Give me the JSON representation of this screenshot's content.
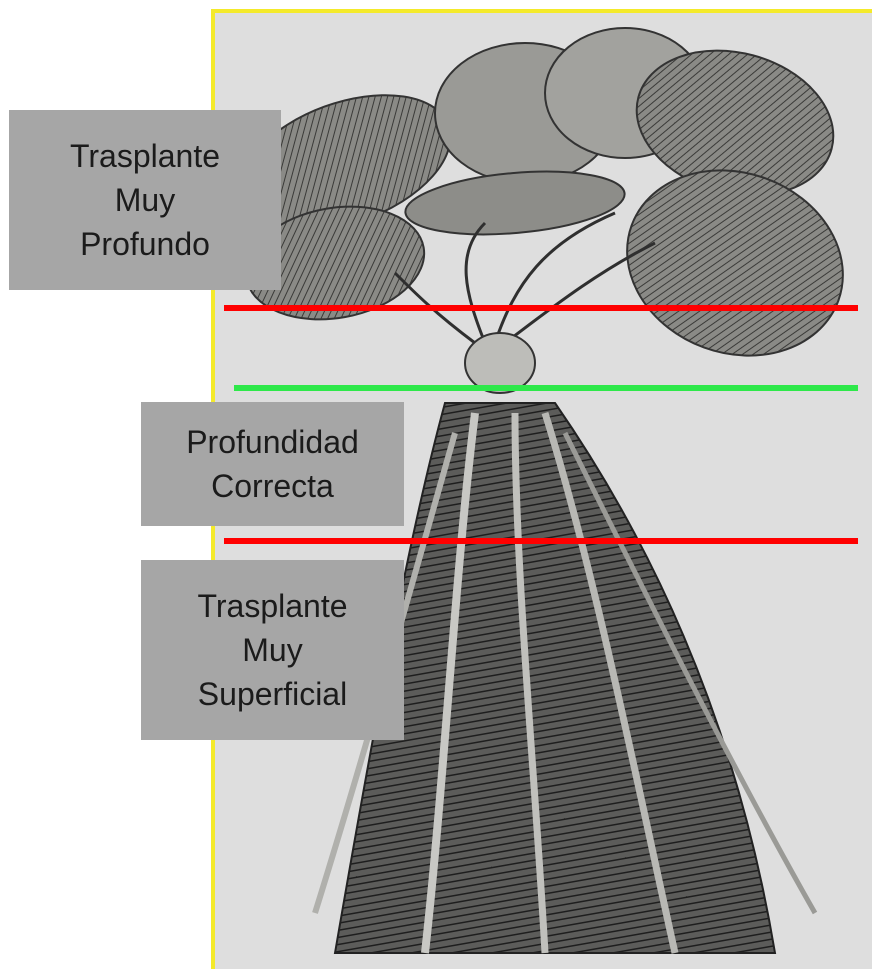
{
  "labels": {
    "too_deep": {
      "lines": [
        "Trasplante",
        "Muy",
        "Profundo"
      ]
    },
    "correct": {
      "lines": [
        "Profundidad",
        "Correcta"
      ]
    },
    "too_shallow": {
      "lines": [
        "Trasplante",
        "Muy",
        "Superficial"
      ]
    }
  },
  "colors": {
    "frame_border": "#f4ea2a",
    "too_deep_line": "#ff0000",
    "correct_line": "#2ee84a",
    "too_shallow_line": "#ff0000",
    "label_background": "#a6a6a6"
  },
  "illustration": "strawberry-plant-drawing"
}
